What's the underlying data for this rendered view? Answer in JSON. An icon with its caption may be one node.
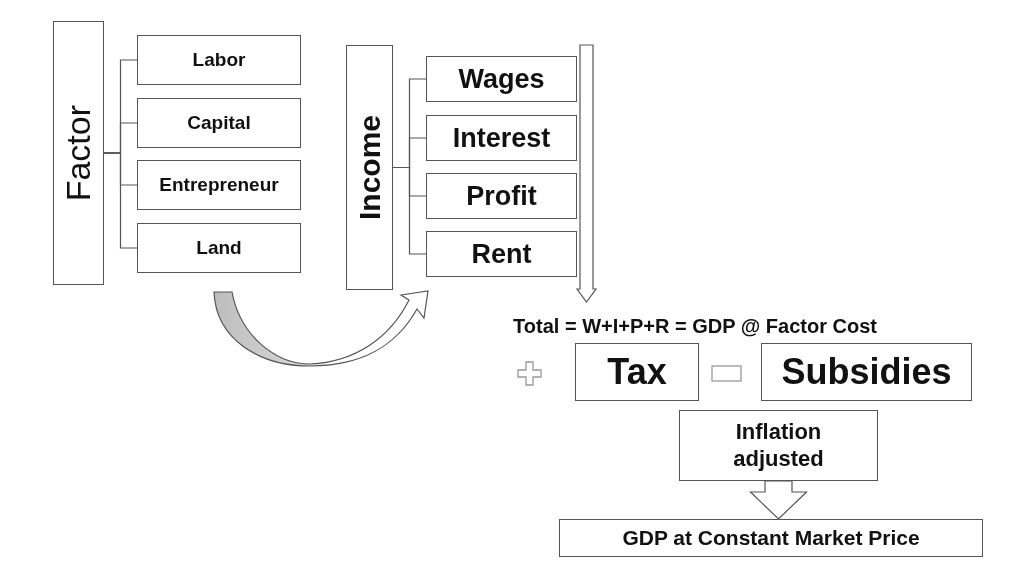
{
  "diagram": {
    "nodes": [
      {
        "text": [
          "Factor"
        ]
      },
      {
        "text": [
          "Labor"
        ]
      },
      {
        "text": [
          "Capital"
        ]
      },
      {
        "text": [
          "Entrepreneur"
        ]
      },
      {
        "text": [
          "Land"
        ]
      },
      {
        "text": [
          "Income"
        ]
      },
      {
        "text": [
          "Wages"
        ]
      },
      {
        "text": [
          "Interest"
        ]
      },
      {
        "text": [
          "Profit"
        ]
      },
      {
        "text": [
          "Rent"
        ]
      },
      {
        "text": [
          "Total = W+I+P+R = GDP @ Factor Cost"
        ]
      },
      {
        "text": [
          "Tax"
        ]
      },
      {
        "text": [
          "Subsidies"
        ]
      },
      {
        "text": [
          "Inflation adjusted"
        ]
      },
      {
        "text": [
          "GDP at Constant Market Price"
        ]
      }
    ],
    "edges": [
      {
        "from": 0,
        "to": 1,
        "arrow": "none"
      },
      {
        "from": 0,
        "to": 2,
        "arrow": "none"
      },
      {
        "from": 0,
        "to": 3,
        "arrow": "none"
      },
      {
        "from": 0,
        "to": 4,
        "arrow": "none"
      },
      {
        "from": 5,
        "to": 6,
        "arrow": "none"
      },
      {
        "from": 5,
        "to": 7,
        "arrow": "none"
      },
      {
        "from": 5,
        "to": 8,
        "arrow": "none"
      },
      {
        "from": 5,
        "to": 9,
        "arrow": "none"
      },
      {
        "from": 4,
        "to": 5,
        "arrow": "to",
        "style": "thick"
      },
      {
        "from": null,
        "to": 10,
        "arrow": "to",
        "style": "thick"
      },
      {
        "from": 13,
        "to": 14,
        "arrow": "to",
        "style": "thick"
      }
    ]
  }
}
